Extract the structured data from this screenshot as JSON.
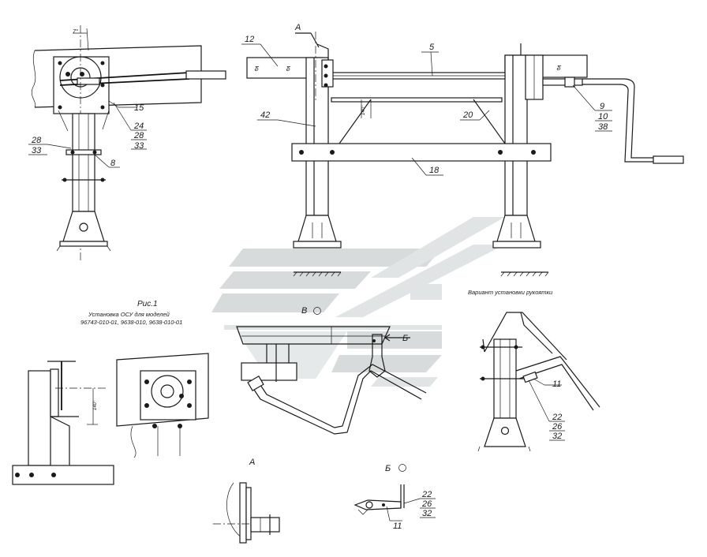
{
  "watermark": {
    "stripe_color": "#d8dbdb",
    "stripe_color_light": "#e3e6e6"
  },
  "drawing": {
    "view_marker_a_top": "А",
    "figure_caption": "Рис.1",
    "caption_line1": "Установка ОСУ для моделей",
    "caption_line2": "96743-010-01, 9638-010, 9638-010-01",
    "handle_variant_caption": "Вариант установки рукоятки",
    "view_b_label": "В",
    "view_arrow_b": "Б",
    "detail_a_label": "А",
    "detail_b_label": "Б",
    "angle_label": "7°",
    "dimension_label": "140°",
    "callouts": {
      "c12": "12",
      "c5": "5",
      "c42": "42",
      "c20": "20",
      "c18": "18",
      "c9": "9",
      "c10": "10",
      "c38": "38",
      "c15": "15",
      "c24": "24",
      "c28a": "28",
      "c33a": "33",
      "c28b": "28",
      "c33b": "33",
      "c8": "8",
      "c11a": "11",
      "c22a": "22",
      "c26a": "26",
      "c32a": "32",
      "c11b": "11",
      "c22b": "22",
      "c26b": "26",
      "c32b": "32"
    }
  }
}
